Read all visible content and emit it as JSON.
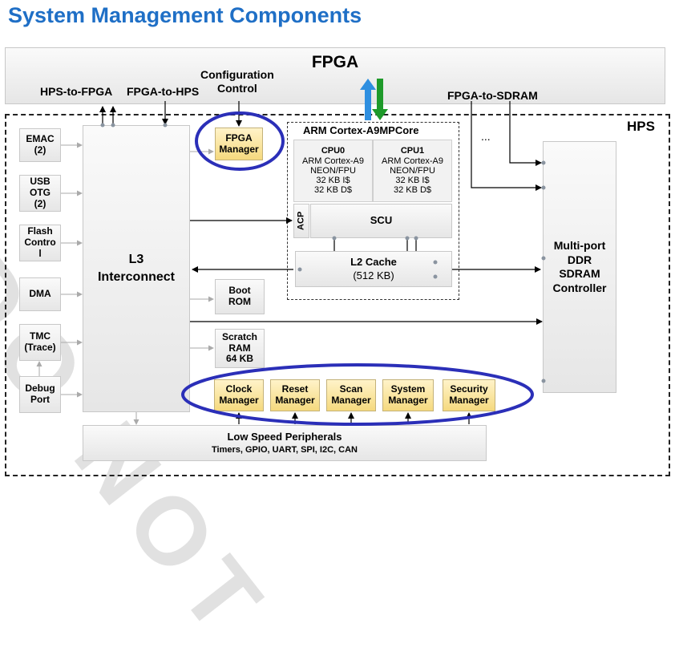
{
  "title": "System Management Components",
  "watermark": "DO NOT",
  "fpga": {
    "label": "FPGA",
    "hps_to_fpga": "HPS-to-FPGA",
    "fpga_to_hps": "FPGA-to-HPS",
    "config_control_line1": "Configuration",
    "config_control_line2": "Control",
    "fpga_to_sdram": "FPGA-to-SDRAM"
  },
  "hps": {
    "label": "HPS",
    "ellipsis": "..."
  },
  "left_blocks": [
    {
      "line1": "EMAC",
      "line2": "(2)",
      "line3": ""
    },
    {
      "line1": "USB",
      "line2": "OTG",
      "line3": "(2)"
    },
    {
      "line1": "Flash",
      "line2": "Contro",
      "line3": "l"
    },
    {
      "line1": "DMA",
      "line2": "",
      "line3": ""
    },
    {
      "line1": "TMC",
      "line2": "(Trace)",
      "line3": ""
    },
    {
      "line1": "Debug",
      "line2": "Port",
      "line3": ""
    }
  ],
  "l3": {
    "line1": "L3",
    "line2": "Interconnect"
  },
  "fpga_manager": {
    "line1": "FPGA",
    "line2": "Manager"
  },
  "arm": {
    "title": "ARM Cortex-A9MPCore",
    "cpu0": {
      "name": "CPU0",
      "line1": "ARM Cortex-A9",
      "line2": "NEON/FPU",
      "line3": "32 KB I$",
      "line4": "32 KB D$"
    },
    "cpu1": {
      "name": "CPU1",
      "line1": "ARM Cortex-A9",
      "line2": "NEON/FPU",
      "line3": "32 KB I$",
      "line4": "32 KB D$"
    },
    "acp": "ACP",
    "scu": "SCU",
    "l2_line1": "L2 Cache",
    "l2_line2": "(512 KB)"
  },
  "boot_rom": {
    "line1": "Boot",
    "line2": "ROM"
  },
  "scratch_ram": {
    "line1": "Scratch",
    "line2": "RAM",
    "line3": "64 KB"
  },
  "ddr": {
    "line1": "Multi-port",
    "line2": "DDR",
    "line3": "SDRAM",
    "line4": "Controller"
  },
  "managers": [
    {
      "line1": "Clock",
      "line2": "Manager"
    },
    {
      "line1": "Reset",
      "line2": "Manager"
    },
    {
      "line1": "Scan",
      "line2": "Manager"
    },
    {
      "line1": "System",
      "line2": "Manager"
    },
    {
      "line1": "Security",
      "line2": "Manager"
    }
  ],
  "peripherals": {
    "line1": "Low Speed Peripherals",
    "line2": "Timers, GPIO, UART, SPI, I2C, CAN"
  },
  "colors": {
    "title": "#1f6fc6",
    "highlight_ellipse": "#2b2fb8",
    "arrow_blue": "#2e8fe0",
    "arrow_green": "#1e9a2a"
  }
}
